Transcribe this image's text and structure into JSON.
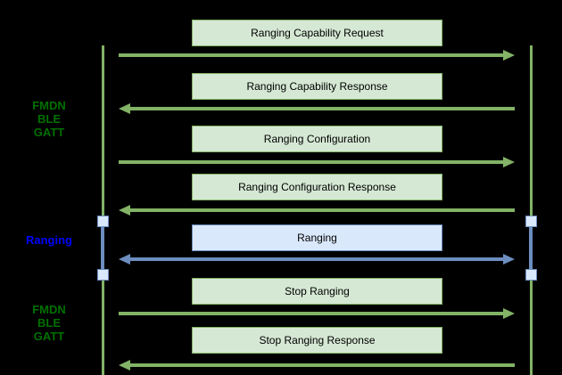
{
  "colors": {
    "background": "#000000",
    "green_fill": "#d5e8d4",
    "green_stroke": "#82b366",
    "blue_fill": "#dae8fc",
    "blue_stroke": "#6c8ebf",
    "green_text": "#007000",
    "blue_text": "#0000ff",
    "box_text": "#000000"
  },
  "sections": [
    {
      "name": "fmdn-ble-gatt-top",
      "lines": [
        "FMDN",
        "BLE",
        "GATT"
      ]
    },
    {
      "name": "ranging",
      "lines": [
        "Ranging"
      ]
    },
    {
      "name": "fmdn-ble-gatt-bottom",
      "lines": [
        "FMDN",
        "BLE",
        "GATT"
      ]
    }
  ],
  "messages": [
    {
      "label": "Ranging Capability Request",
      "direction": "right",
      "color": "green"
    },
    {
      "label": "Ranging Capability Response",
      "direction": "left",
      "color": "green"
    },
    {
      "label": "Ranging Configuration",
      "direction": "right",
      "color": "green"
    },
    {
      "label": "Ranging Configuration Response",
      "direction": "left",
      "color": "green"
    },
    {
      "label": "Ranging",
      "direction": "bidirectional",
      "color": "blue"
    },
    {
      "label": "Stop Ranging",
      "direction": "right",
      "color": "green"
    },
    {
      "label": "Stop Ranging Response",
      "direction": "left",
      "color": "green"
    }
  ]
}
